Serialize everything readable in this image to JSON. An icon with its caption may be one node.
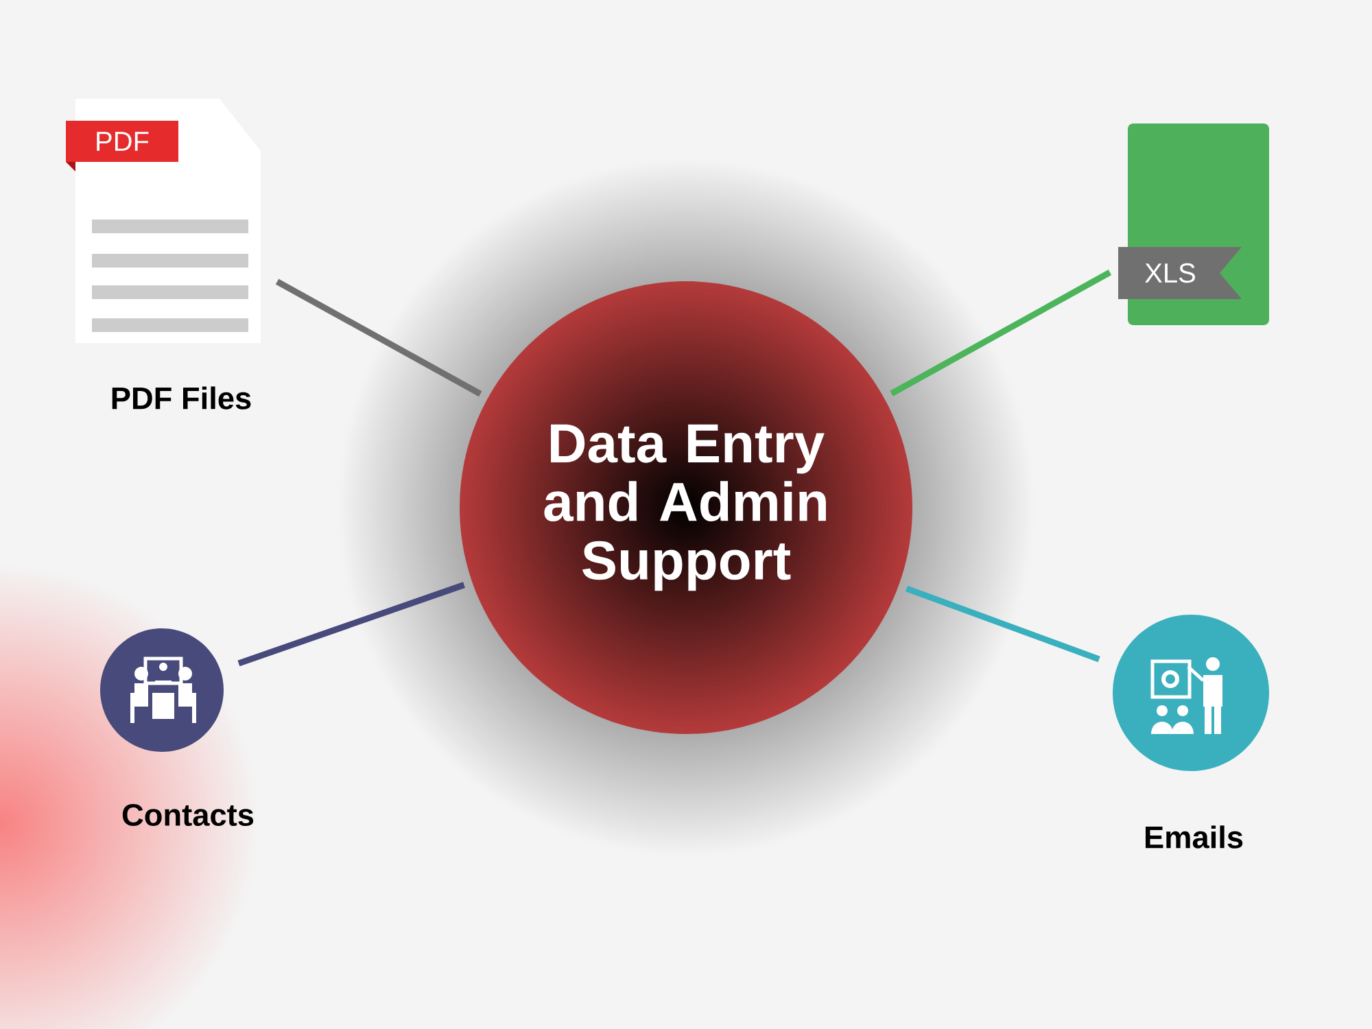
{
  "diagram": {
    "nodes": [
      {
        "text": [
          "Data Entry and Admin Support"
        ]
      },
      {
        "text": [
          "PDF"
        ],
        "beside": [
          "PDF Files"
        ]
      },
      {
        "text": [
          "XLS"
        ]
      },
      {
        "text": [],
        "shape": "circle",
        "beside": [
          "Contacts"
        ]
      },
      {
        "text": [],
        "shape": "circle",
        "beside": [
          "Emails"
        ]
      }
    ],
    "edges": [
      {
        "from": 0,
        "to": 1,
        "arrow": "none",
        "color": "#707070"
      },
      {
        "from": 0,
        "to": 2,
        "arrow": "none",
        "color": "#4cb45a"
      },
      {
        "from": 0,
        "to": 3,
        "arrow": "none",
        "color": "#474a7a"
      },
      {
        "from": 0,
        "to": 4,
        "arrow": "none",
        "color": "#3aafbd"
      }
    ]
  }
}
